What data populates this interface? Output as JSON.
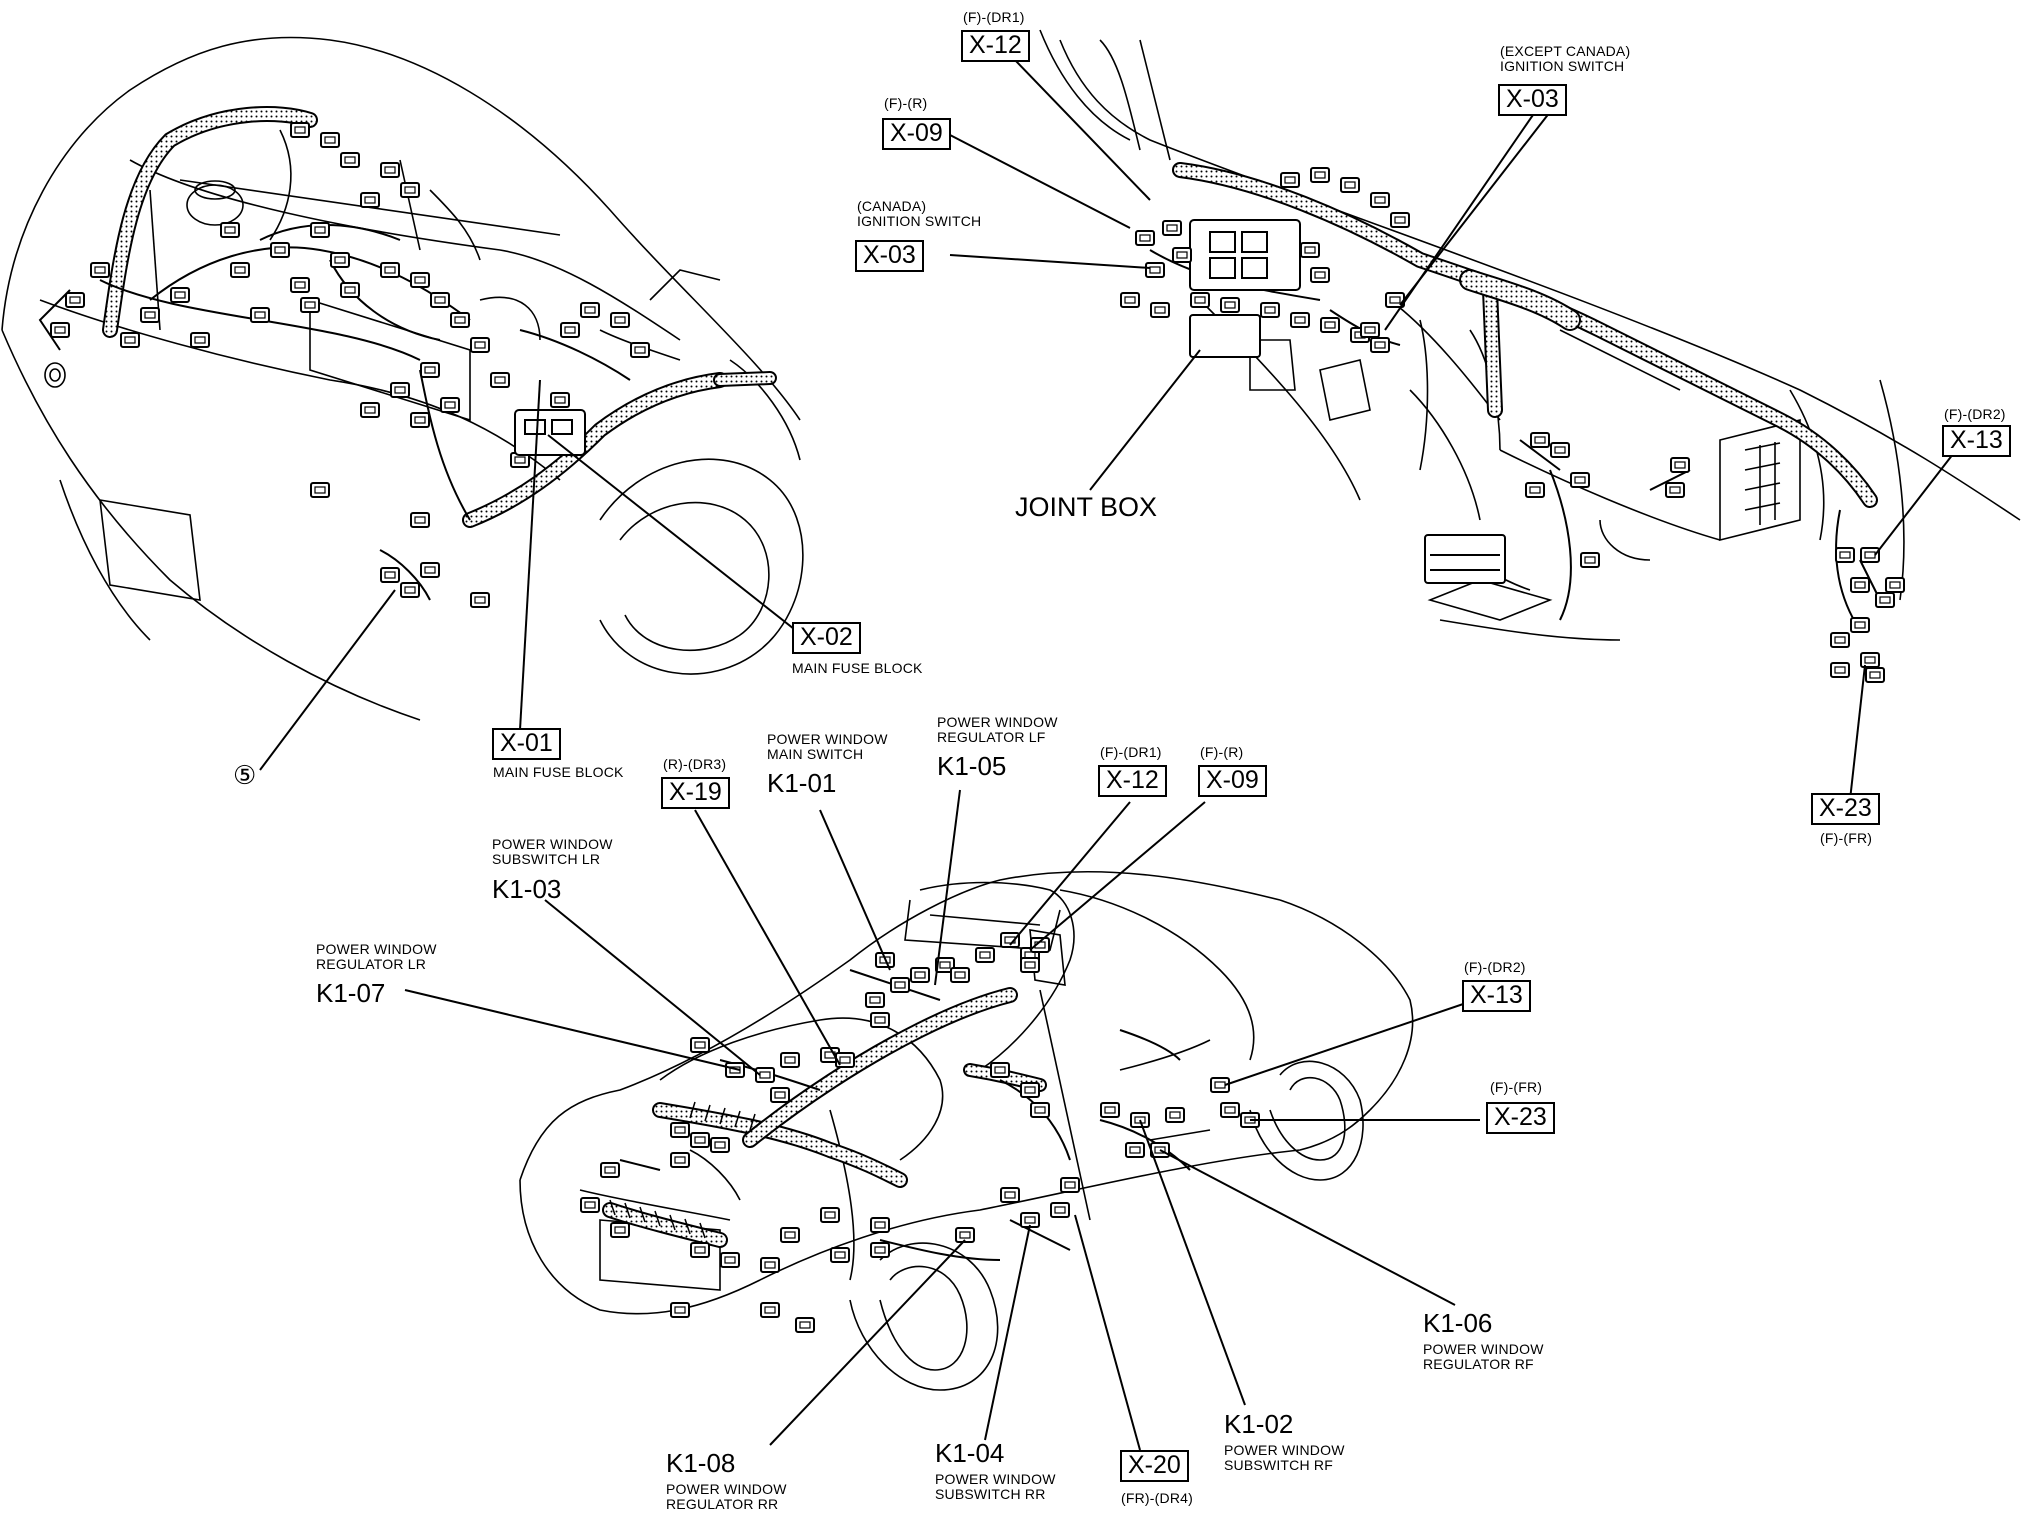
{
  "front_view": {
    "x02": {
      "sub": "",
      "code": "X-02",
      "desc": "MAIN FUSE BLOCK"
    },
    "x01": {
      "code": "X-01",
      "desc": "MAIN FUSE BLOCK"
    },
    "ground": {
      "symbol": "⑤"
    }
  },
  "dash_view": {
    "x12": {
      "sub": "(F)-(DR1)",
      "code": "X-12"
    },
    "x09": {
      "sub": "(F)-(R)",
      "code": "X-09"
    },
    "x03_canada": {
      "sub1": "(CANADA)",
      "sub2": "IGNITION SWITCH",
      "code": "X-03"
    },
    "x03_except": {
      "sub1": "(EXCEPT CANADA)",
      "sub2": "IGNITION SWITCH",
      "code": "X-03"
    },
    "joint_box": "JOINT BOX",
    "x13": {
      "sub": "(F)-(DR2)",
      "code": "X-13"
    },
    "x23": {
      "code": "X-23",
      "sub": "(F)-(FR)"
    }
  },
  "rear_view": {
    "x19": {
      "sub": "(R)-(DR3)",
      "code": "X-19"
    },
    "k101": {
      "desc1": "POWER WINDOW",
      "desc2": "MAIN SWITCH",
      "code": "K1-01"
    },
    "k105": {
      "desc1": "POWER WINDOW",
      "desc2": "REGULATOR LF",
      "code": "K1-05"
    },
    "x12": {
      "sub": "(F)-(DR1)",
      "code": "X-12"
    },
    "x09": {
      "sub": "(F)-(R)",
      "code": "X-09"
    },
    "k103": {
      "desc1": "POWER WINDOW",
      "desc2": "SUBSWITCH LR",
      "code": "K1-03"
    },
    "k107": {
      "desc1": "POWER WINDOW",
      "desc2": "REGULATOR LR",
      "code": "K1-07"
    },
    "x13": {
      "sub": "(F)-(DR2)",
      "code": "X-13"
    },
    "x23": {
      "sub": "(F)-(FR)",
      "code": "X-23"
    },
    "k106": {
      "code": "K1-06",
      "desc1": "POWER WINDOW",
      "desc2": "REGULATOR RF"
    },
    "k102": {
      "code": "K1-02",
      "desc1": "POWER WINDOW",
      "desc2": "SUBSWITCH RF"
    },
    "x20": {
      "code": "X-20",
      "sub": "(FR)-(DR4)"
    },
    "k104": {
      "code": "K1-04",
      "desc1": "POWER WINDOW",
      "desc2": "SUBSWITCH RR"
    },
    "k108": {
      "code": "K1-08",
      "desc1": "POWER WINDOW",
      "desc2": "REGULATOR RR"
    }
  },
  "colors": {
    "ink": "#000000",
    "paper": "#ffffff",
    "harness": "#cfcfcf"
  }
}
